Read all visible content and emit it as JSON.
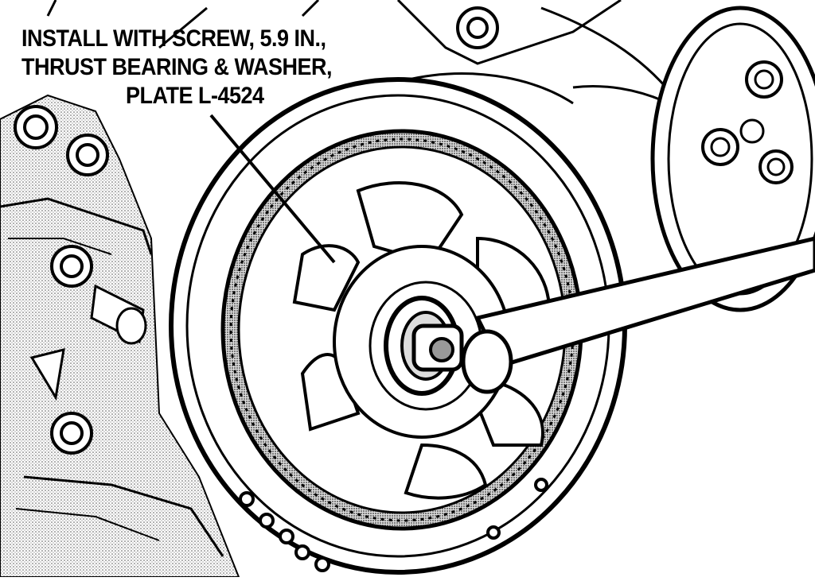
{
  "callout": {
    "line1": "INSTALL WITH SCREW, 5.9 IN.,",
    "line2": "THRUST BEARING & WASHER,",
    "line3": "PLATE L-4524"
  },
  "colors": {
    "ink": "#000000",
    "paper": "#ffffff",
    "shade": "#bdbdbd"
  }
}
